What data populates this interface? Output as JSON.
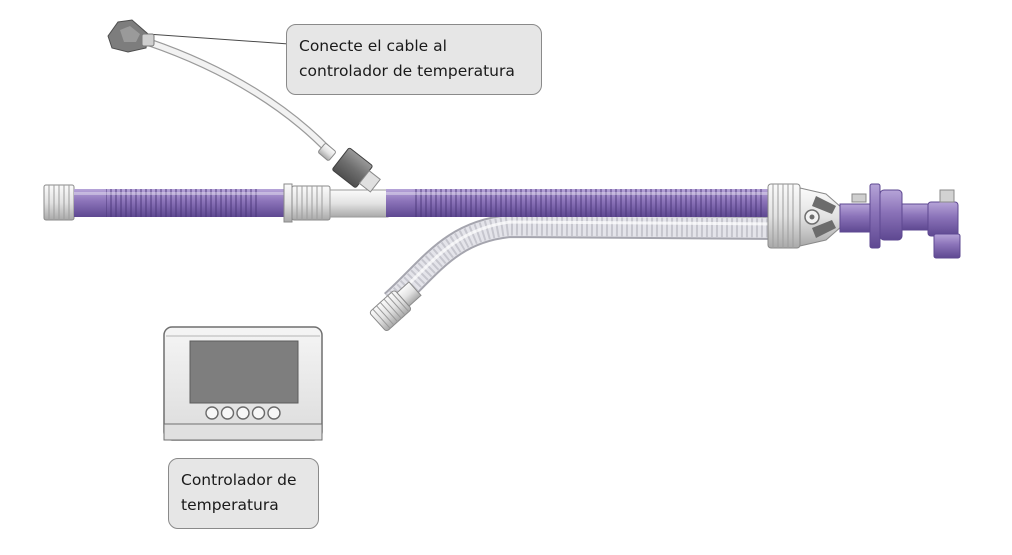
{
  "labels": {
    "cable_callout": {
      "line1": "Conecte el cable al",
      "line2": "controlador de temperatura"
    },
    "controller_callout": {
      "line1": "Controlador de",
      "line2": "temperatura"
    }
  },
  "controller": {
    "button_count": 5
  },
  "colors": {
    "tube_purple": "#8a72b8",
    "tube_purple_dark": "#5e4891",
    "tube_clear": "#e4e4ea",
    "connector_gray": "#d7d7d7",
    "screen_gray": "#7e7e7e",
    "callout_fill": "#e6e6e6",
    "callout_border": "#8a8a8a"
  }
}
